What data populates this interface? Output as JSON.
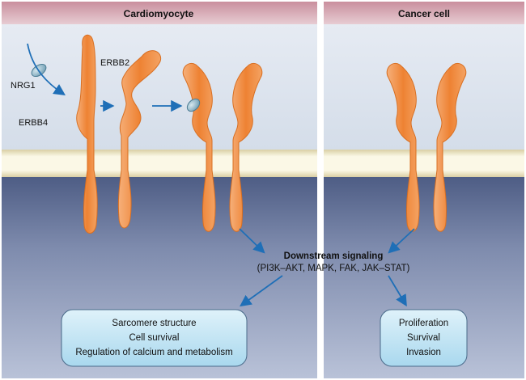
{
  "panels": {
    "left_title": "Cardiomyocyte",
    "right_title": "Cancer cell"
  },
  "labels": {
    "ligand": "NRG1",
    "receptor_a": "ERBB4",
    "receptor_b": "ERBB2"
  },
  "signaling": {
    "title": "Downstream signaling",
    "pathways": "(PI3K–AKT, MAPK, FAK, JAK–STAT)"
  },
  "outcomes": {
    "cardiomyocyte": [
      "Sarcomere structure",
      "Cell survival",
      "Regulation of calcium and metabolism"
    ],
    "cancer": [
      "Proliferation",
      "Survival",
      "Invasion"
    ]
  },
  "colors": {
    "top_band": "#d3a8b2",
    "extracellular": "#dde5ef",
    "membrane": "#f7f3d6",
    "intracellular": "#5d6c93",
    "receptor": "#f08a3c",
    "ligand": "#8fb6c7",
    "arrow": "#1f6fb7",
    "outcome_box": "#bfe3f3"
  },
  "icons": {
    "receptor": "receptor-shape",
    "ligand": "ligand-ellipse",
    "arrow": "arrow"
  }
}
